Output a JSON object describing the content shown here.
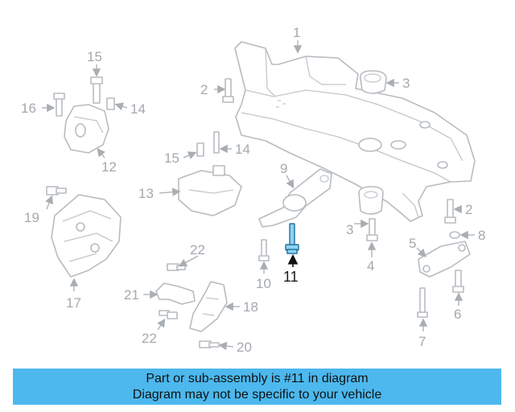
{
  "diagram": {
    "highlighted_part": "11",
    "highlight_color": "#8fd2f2",
    "callouts": [
      {
        "id": "c1",
        "label": "1"
      },
      {
        "id": "c2a",
        "label": "2"
      },
      {
        "id": "c2b",
        "label": "2"
      },
      {
        "id": "c3a",
        "label": "3"
      },
      {
        "id": "c3b",
        "label": "3"
      },
      {
        "id": "c4",
        "label": "4"
      },
      {
        "id": "c5",
        "label": "5"
      },
      {
        "id": "c6",
        "label": "6"
      },
      {
        "id": "c7",
        "label": "7"
      },
      {
        "id": "c8",
        "label": "8"
      },
      {
        "id": "c9",
        "label": "9"
      },
      {
        "id": "c10",
        "label": "10"
      },
      {
        "id": "c11",
        "label": "11"
      },
      {
        "id": "c12",
        "label": "12"
      },
      {
        "id": "c13",
        "label": "13"
      },
      {
        "id": "c14a",
        "label": "14"
      },
      {
        "id": "c14b",
        "label": "14"
      },
      {
        "id": "c15a",
        "label": "15"
      },
      {
        "id": "c15b",
        "label": "15"
      },
      {
        "id": "c16",
        "label": "16"
      },
      {
        "id": "c17",
        "label": "17"
      },
      {
        "id": "c18",
        "label": "18"
      },
      {
        "id": "c19",
        "label": "19"
      },
      {
        "id": "c20",
        "label": "20"
      },
      {
        "id": "c21",
        "label": "21"
      },
      {
        "id": "c22a",
        "label": "22"
      },
      {
        "id": "c22b",
        "label": "22"
      }
    ]
  },
  "footer": {
    "line1": "Part or sub-assembly is #11 in diagram",
    "line2": "Diagram may not be specific to your vehicle",
    "background": "#4cb8ee"
  }
}
